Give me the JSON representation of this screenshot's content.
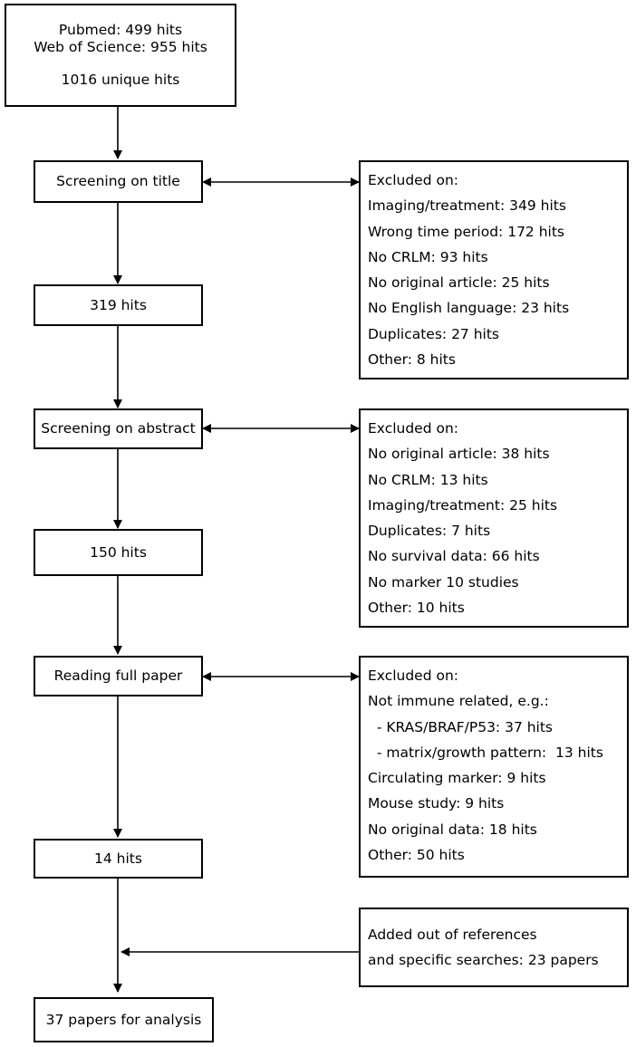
{
  "search": {
    "line1": "Pubmed: 499 hits",
    "line2": "Web of Science: 955 hits",
    "line3": "1016 unique hits"
  },
  "steps": {
    "screening_title": "Screening on title",
    "hits_319": "319 hits",
    "screening_abstract": "Screening on abstract",
    "hits_150": "150 hits",
    "reading_full": "Reading full paper",
    "hits_14": "14 hits",
    "final": "37 papers for analysis"
  },
  "excluded_title": {
    "heading": "Excluded on:",
    "items": [
      "Imaging/treatment: 349 hits",
      "Wrong time period: 172 hits",
      "No CRLM: 93 hits",
      "No original article: 25 hits",
      "No English language: 23 hits",
      "Duplicates: 27 hits",
      "Other: 8 hits"
    ]
  },
  "excluded_abstract": {
    "heading": "Excluded on:",
    "items": [
      "No original article: 38 hits",
      "No CRLM: 13 hits",
      "Imaging/treatment: 25 hits",
      "Duplicates: 7 hits",
      "No survival data: 66 hits",
      "No marker 10 studies",
      "Other: 10 hits"
    ]
  },
  "excluded_full": {
    "heading": "Excluded on:",
    "items": [
      "Not immune related, e.g.:",
      "  - KRAS/BRAF/P53: 37 hits",
      "  - matrix/growth pattern:  13 hits",
      "Circulating marker: 9 hits",
      "Mouse study: 9 hits",
      "No original data: 18 hits",
      "Other: 50 hits"
    ]
  },
  "added": {
    "line1": "Added out of references",
    "line2": "and specific searches: 23 papers"
  }
}
